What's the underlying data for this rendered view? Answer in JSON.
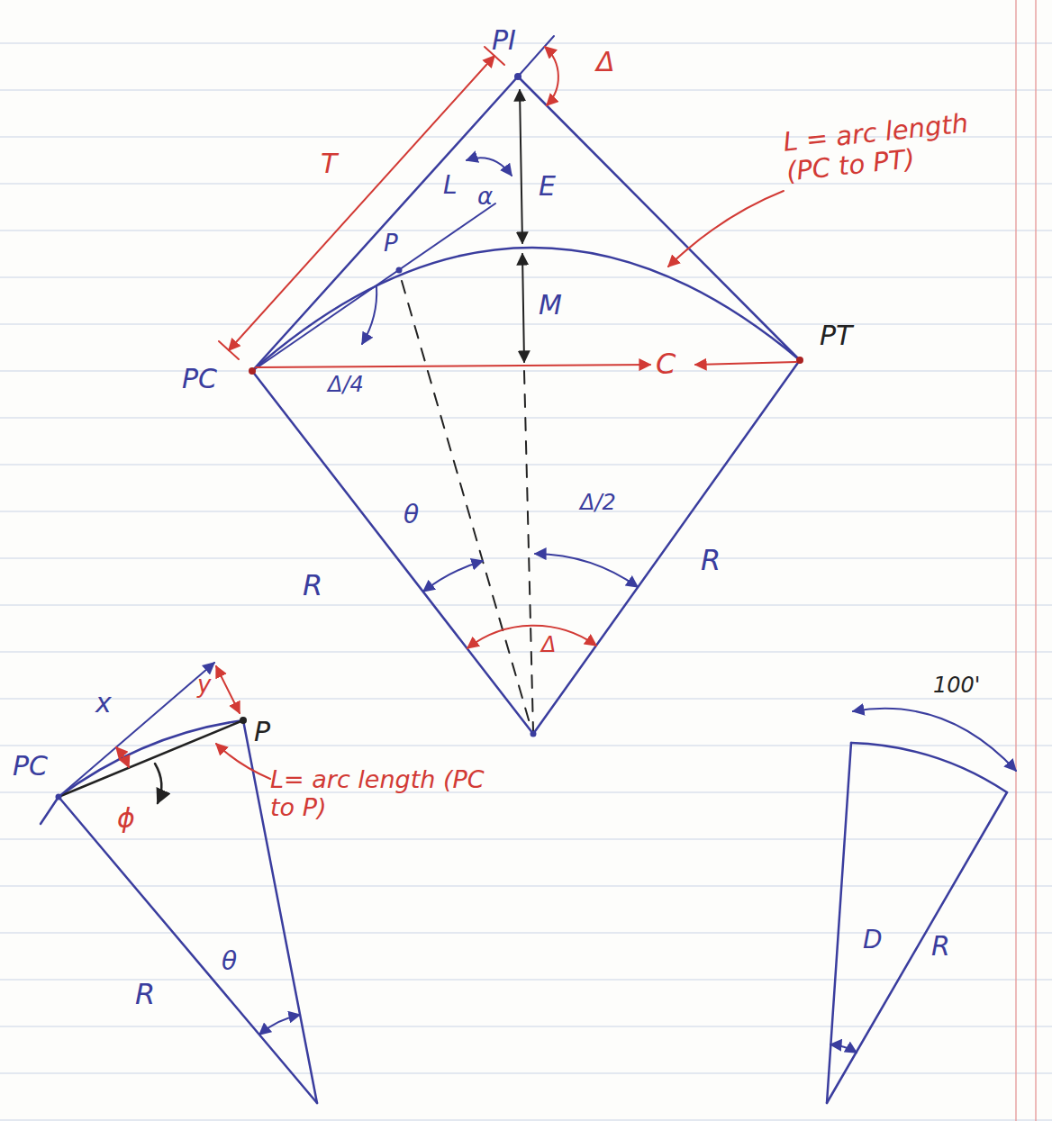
{
  "diagram": {
    "labels": [
      "PI",
      "Δ",
      "T",
      "L",
      "α",
      "E",
      "P",
      "L = arc length (PC to PT)",
      "M",
      "PC",
      "Δ/4",
      "C",
      "PT",
      "θ",
      "Δ/2",
      "R",
      "R",
      "Δ",
      "x",
      "y",
      "PC",
      "P",
      "ϕ",
      "L= arc length (PC to P)",
      "R",
      "θ",
      "100'",
      "D",
      "R"
    ]
  }
}
